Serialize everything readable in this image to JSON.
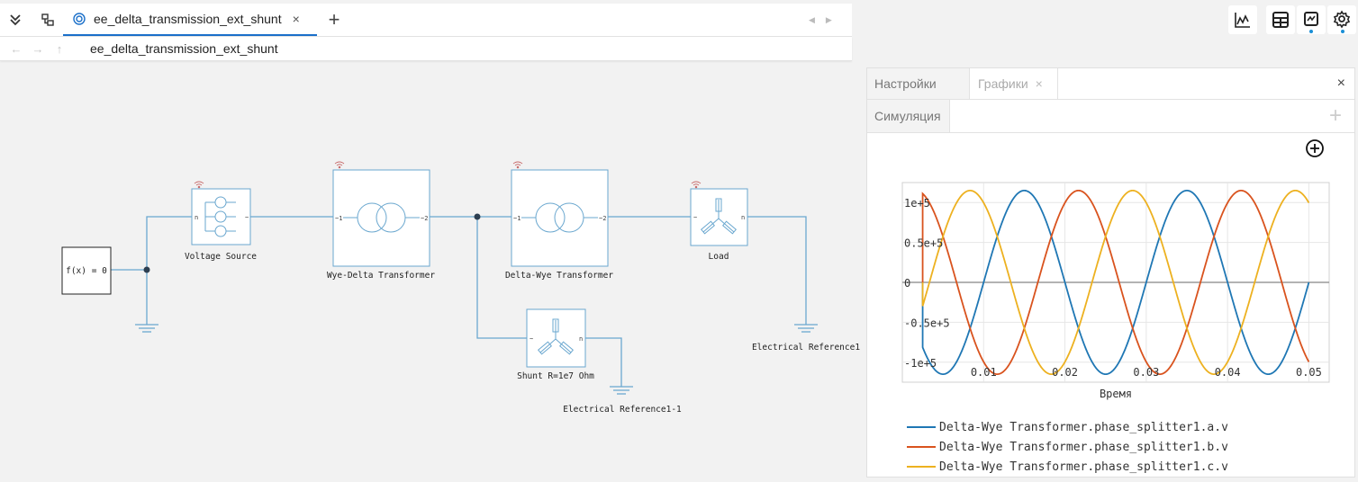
{
  "tabs": [
    {
      "label": "ee_delta_transmission_ext_shunt",
      "active": true
    }
  ],
  "toolbar": {
    "expand_icon": "double-chevron-down-icon",
    "hierarchy_icon": "hierarchy-icon",
    "close_glyph": "×",
    "add_glyph": "+"
  },
  "address": {
    "path": "ee_delta_transmission_ext_shunt",
    "back": "←",
    "forward": "→",
    "up": "↑"
  },
  "scroll": {
    "left": "◀",
    "right": "▶"
  },
  "right_toolbar": [
    "plot-icon",
    "grid-layout-icon",
    "chip-icon",
    "gear-icon"
  ],
  "model": {
    "blocks": {
      "fx": "f(x) = 0",
      "voltage_source": "Voltage Source",
      "wye_delta": "Wye-Delta Transformer",
      "delta_wye": "Delta-Wye Transformer",
      "load": "Load",
      "shunt": "Shunt R=1e7 Ohm",
      "ref1": "Electrical Reference1",
      "ref11": "Electrical Reference1-1"
    },
    "ports": {
      "n": "n",
      "tilde": "~",
      "p1": "~1",
      "p2": "~2"
    }
  },
  "panel": {
    "tabs": [
      {
        "label": "Настройки"
      },
      {
        "label": "Графики"
      }
    ],
    "tab_close": "×",
    "close": "×",
    "subtab": "Симуляция",
    "add": "+"
  },
  "chart_data": {
    "type": "line",
    "xlabel": "Время",
    "ylabel": "",
    "xlim": [
      0,
      0.0525
    ],
    "ylim": [
      -125000.0,
      125000.0
    ],
    "x_ticks": [
      0.01,
      0.02,
      0.03,
      0.04,
      0.05
    ],
    "x_tick_labels": [
      "0.01",
      "0.02",
      "0.03",
      "0.04",
      "0.05"
    ],
    "y_ticks": [
      100000,
      50000,
      0,
      -50000,
      -100000
    ],
    "y_tick_labels": [
      "1e+5",
      "0.5e+5",
      "0",
      "-0.5e+5",
      "-1e+5"
    ],
    "grid": true,
    "legend_position": "bottom",
    "frequency_hz": 50,
    "amplitude": 115000.0,
    "start_time": 0.0025,
    "series": [
      {
        "name": "Delta-Wye Transformer.phase_splitter1.a.v",
        "color": "#1f77b4",
        "phase_deg": 180
      },
      {
        "name": "Delta-Wye Transformer.phase_splitter1.b.v",
        "color": "#d9531e",
        "phase_deg": 60
      },
      {
        "name": "Delta-Wye Transformer.phase_splitter1.c.v",
        "color": "#edb120",
        "phase_deg": -60
      }
    ]
  }
}
